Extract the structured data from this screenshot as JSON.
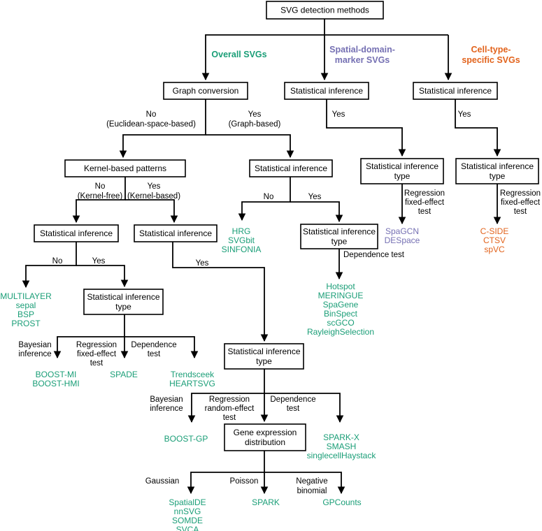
{
  "colors": {
    "line": "#000000",
    "overall": "#1a9e77",
    "spatial_domain": "#7570b3",
    "cell_type": "#e2631c"
  },
  "boxes": {
    "root": "SVG detection methods",
    "graph_conversion": "Graph conversion",
    "si_spatial_domain": "Statistical inference",
    "si_cell_type": "Statistical inference",
    "kernel_patterns": "Kernel-based patterns",
    "si_graph": "Statistical inference",
    "sit_spatial_domain": [
      "Statistical inference",
      "type"
    ],
    "sit_cell_type": [
      "Statistical inference",
      "type"
    ],
    "si_kernel_free": "Statistical inference",
    "si_kernel_based": "Statistical inference",
    "sit_graph": [
      "Statistical inference",
      "type"
    ],
    "sit_kernel_free": [
      "Statistical inference",
      "type"
    ],
    "sit_kernel_based": [
      "Statistical inference",
      "type"
    ],
    "gene_expr": [
      "Gene expression",
      "distribution"
    ]
  },
  "categories": {
    "overall": "Overall SVGs",
    "spatial_domain": [
      "Spatial-domain-",
      "marker SVGs"
    ],
    "cell_type": [
      "Cell-type-",
      "specific SVGs"
    ]
  },
  "edge_labels": {
    "graph_no": [
      "No",
      "(Euclidean-space-based)"
    ],
    "graph_yes": [
      "Yes",
      "(Graph-based)"
    ],
    "spatial_yes": "Yes",
    "cell_yes": "Yes",
    "kernel_no": [
      "No",
      "(Kernel-free)"
    ],
    "kernel_yes": [
      "Yes",
      "(Kernel-based)"
    ],
    "graph_si_no": "No",
    "graph_si_yes": "Yes",
    "spatial_reg": [
      "Regression",
      "fixed-effect",
      "test"
    ],
    "cell_reg": [
      "Regression",
      "fixed-effect",
      "test"
    ],
    "kf_no": "No",
    "kf_yes": "Yes",
    "kb_yes": "Yes",
    "graph_dep": "Dependence test",
    "kf_bayes": [
      "Bayesian",
      "inference"
    ],
    "kf_reg": [
      "Regression",
      "fixed-effect",
      "test"
    ],
    "kf_dep": [
      "Dependence",
      "test"
    ],
    "kb_bayes": [
      "Bayesian",
      "inference"
    ],
    "kb_reg": [
      "Regression",
      "random-effect",
      "test"
    ],
    "kb_dep": [
      "Dependence",
      "test"
    ],
    "gaussian": "Gaussian",
    "poisson": "Poisson",
    "negbin": [
      "Negative",
      "binomial"
    ]
  },
  "methods": {
    "spatial_domain": [
      "SpaGCN",
      "DESpace"
    ],
    "cell_type": [
      "C-SIDE",
      "CTSV",
      "spVC"
    ],
    "graph_no": [
      "HRG",
      "SVGbit",
      "SINFONIA"
    ],
    "graph_dep": [
      "Hotspot",
      "MERINGUE",
      "SpaGene",
      "BinSpect",
      "scGCO",
      "RayleighSelection"
    ],
    "kf_no": [
      "MULTILAYER",
      "sepal",
      "BSP",
      "PROST"
    ],
    "kf_bayes": [
      "BOOST-MI",
      "BOOST-HMI"
    ],
    "kf_reg": [
      "SPADE"
    ],
    "kf_dep": [
      "Trendsceek",
      "HEARTSVG"
    ],
    "kb_bayes": [
      "BOOST-GP"
    ],
    "kb_dep": [
      "SPARK-X",
      "SMASH",
      "singlecellHaystack"
    ],
    "gaussian": [
      "SpatialDE",
      "nnSVG",
      "SOMDE",
      "SVCA"
    ],
    "poisson": [
      "SPARK"
    ],
    "negbin": [
      "GPCounts"
    ]
  }
}
